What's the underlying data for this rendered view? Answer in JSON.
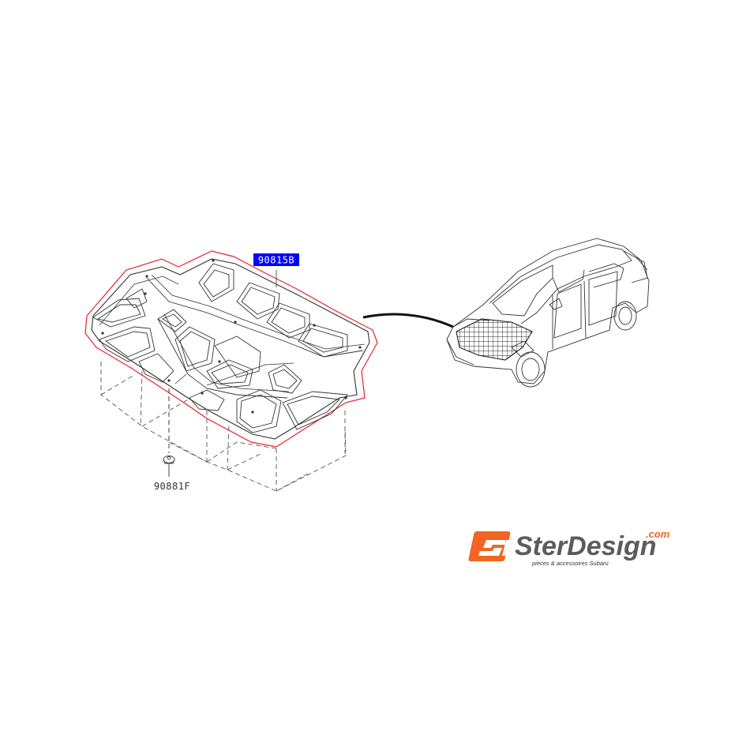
{
  "diagram": {
    "parts": [
      {
        "id": "insulator",
        "number": "90815B",
        "highlighted": true,
        "highlight_color": "#0000ff"
      },
      {
        "id": "clip",
        "number": "90881F",
        "highlighted": false
      }
    ],
    "outline_color": "#e8232b"
  },
  "logo": {
    "badge": "SD",
    "wordmark": "SterDesign",
    "domain_suffix": ".com",
    "tagline": "pièces & accessoires Subaru",
    "accent_color": "#f26522"
  }
}
